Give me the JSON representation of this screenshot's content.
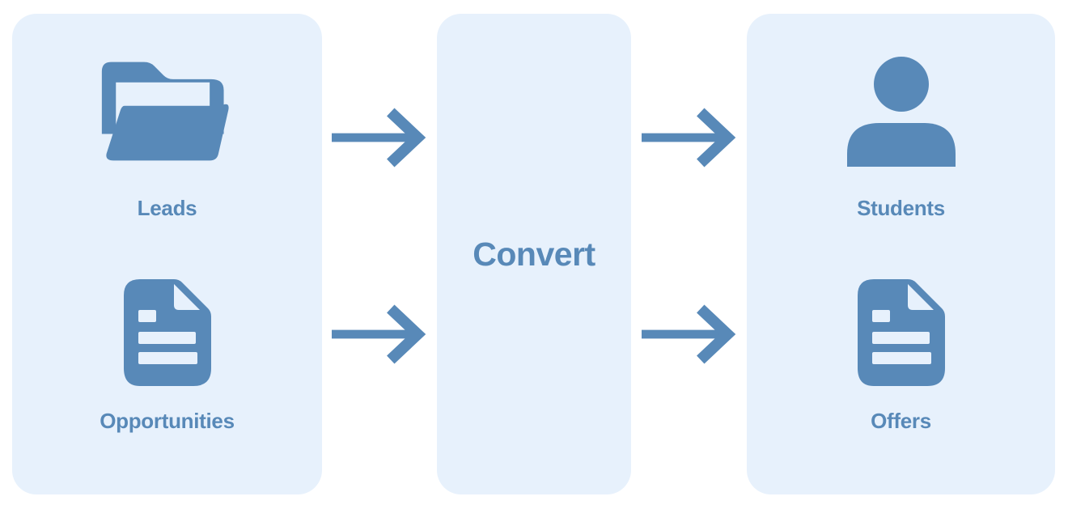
{
  "diagram": {
    "type": "conversion-flow",
    "colors": {
      "background": "#ffffff",
      "panel_background": "#e7f1fc",
      "accent_blue": "#5889b8"
    },
    "panels": {
      "sources": {
        "items": [
          {
            "icon": "open-folder-icon",
            "label": "Leads"
          },
          {
            "icon": "document-icon",
            "label": "Opportunities"
          }
        ]
      },
      "process": {
        "label": "Convert"
      },
      "results": {
        "items": [
          {
            "icon": "person-icon",
            "label": "Students"
          },
          {
            "icon": "document-icon",
            "label": "Offers"
          }
        ]
      }
    },
    "arrows": [
      {
        "from": "Leads",
        "to": "Convert"
      },
      {
        "from": "Opportunities",
        "to": "Convert"
      },
      {
        "from": "Convert",
        "to": "Students"
      },
      {
        "from": "Convert",
        "to": "Offers"
      }
    ]
  }
}
